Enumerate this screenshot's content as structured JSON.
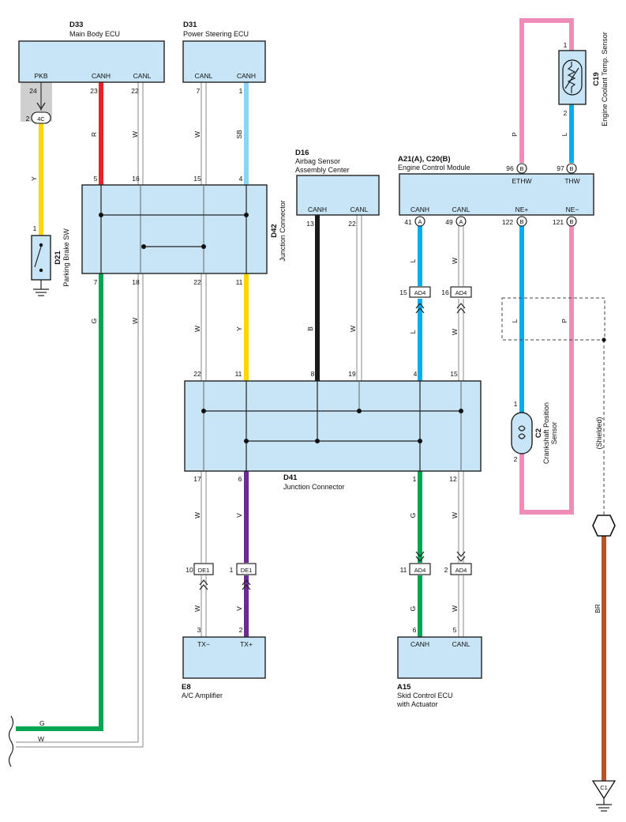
{
  "components": {
    "d33": {
      "code": "D33",
      "name": "Main Body ECU",
      "pins": [
        "PKB",
        "CANH",
        "CANL"
      ]
    },
    "d31": {
      "code": "D31",
      "name": "Power Steering ECU",
      "pins": [
        "CANL",
        "CANH"
      ]
    },
    "d16": {
      "code": "D16",
      "name_line1": "Airbag Sensor",
      "name_line2": "Assembly Center",
      "pins": [
        "CANH",
        "CANL"
      ]
    },
    "ecm": {
      "code": "A21(A), C20(B)",
      "name": "Engine Control Module",
      "top_pins": [
        "ETHW",
        "THW"
      ],
      "pins": [
        "CANH",
        "CANL",
        "NE+",
        "NE−"
      ]
    },
    "c19": {
      "code": "C19",
      "name": "Engine Coolant Temp. Sensor"
    },
    "d21": {
      "code": "D21",
      "name": "Parking Brake SW"
    },
    "d42": {
      "code": "D42",
      "name": "Junction Connector"
    },
    "d41": {
      "code": "D41",
      "name": "Junction Connector"
    },
    "c2": {
      "code": "C2",
      "name_line1": "Crankshaft Position",
      "name_line2": "Sensor"
    },
    "e8": {
      "code": "E8",
      "name": "A/C Amplifier",
      "pins": [
        "TX−",
        "TX+"
      ]
    },
    "a15": {
      "code": "A15",
      "name_line1": "Skid Control ECU",
      "name_line2": "with Actuator",
      "pins": [
        "CANH",
        "CANL"
      ]
    },
    "shielded": "(Shielded)",
    "ground_c1": "C1"
  },
  "pin_numbers": {
    "d33": [
      "24",
      "23",
      "22"
    ],
    "d33_connector": "2",
    "d31": [
      "7",
      "1"
    ],
    "d42_top": [
      "5",
      "16",
      "15",
      "4"
    ],
    "d42_bottom": [
      "7",
      "18",
      "22",
      "11"
    ],
    "d21": "1",
    "d16": [
      "13",
      "22"
    ],
    "ecm_top": [
      "96",
      "97"
    ],
    "ecm_bottom": [
      "41",
      "49",
      "122",
      "121"
    ],
    "c19": [
      "1",
      "2"
    ],
    "ad4_upper": [
      "15",
      "16"
    ],
    "d41_top": [
      "22",
      "11",
      "8",
      "19",
      "4",
      "15"
    ],
    "d41_bottom": [
      "17",
      "6",
      "1",
      "12"
    ],
    "c2": [
      "1",
      "2"
    ],
    "de1": [
      "10",
      "1"
    ],
    "ad4_lower": [
      "11",
      "2"
    ],
    "e8": [
      "3",
      "2"
    ],
    "a15": [
      "6",
      "5"
    ]
  },
  "connector_labels": {
    "d33_junction": "4C",
    "ecm_a": "A",
    "ecm_b": "B",
    "ad4": "AD4",
    "de1": "DE1"
  },
  "wire_labels": {
    "d33_canh": "R",
    "d33_canl": "W",
    "d31_canl": "W",
    "d31_canh": "SB",
    "pkb": "Y",
    "c19_p": "P",
    "c19_l": "L",
    "d42_g": "G",
    "d42_w18": "W",
    "d42_w22": "W",
    "d42_y": "Y",
    "d16_b": "B",
    "d16_w": "W",
    "ecm_canh": "L",
    "ecm_canl": "W",
    "ecm_canh2": "L",
    "ecm_canl2": "W",
    "ne_plus": "L",
    "ne_minus": "P",
    "e8_w": "W",
    "e8_v": "V",
    "e8_w2": "W",
    "e8_v2": "V",
    "a15_g": "G",
    "a15_w": "W",
    "a15_g2": "G",
    "a15_w2": "W",
    "br": "BR",
    "bottom_g": "G",
    "bottom_w": "W"
  },
  "colors": {
    "red": "#e8212b",
    "yellow": "#ffd500",
    "green": "#00a651",
    "pink": "#f08cb8",
    "blue": "#00aeef",
    "light_blue": "#8dd3f5",
    "black": "#1a1a1a",
    "purple": "#6a2c91",
    "brown": "#b5532b",
    "white_wire": "#ffffff",
    "box_fill": "#c7e5f6"
  }
}
